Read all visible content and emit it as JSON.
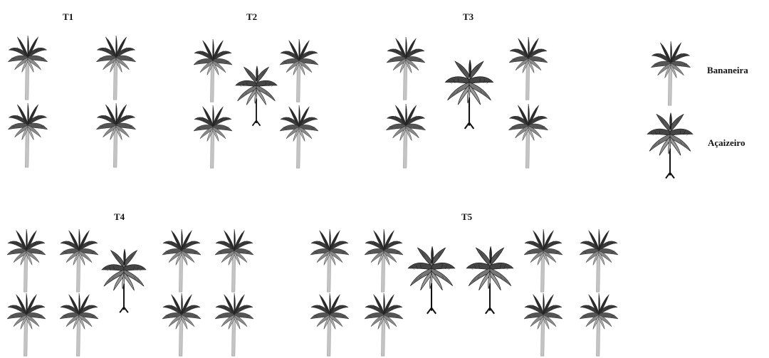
{
  "treatments": [
    {
      "id": "t1",
      "label": "T1"
    },
    {
      "id": "t2",
      "label": "T2"
    },
    {
      "id": "t3",
      "label": "T3"
    },
    {
      "id": "t4",
      "label": "T4"
    },
    {
      "id": "t5",
      "label": "T5"
    }
  ],
  "legend": {
    "banana_label": "Bananeira",
    "acai_label": "Açaizeiro"
  },
  "icons": {
    "banana": "banana-tree-icon",
    "acai": "acai-palm-icon"
  },
  "colors": {
    "foliage_dark": "#2b2b2b",
    "foliage_mid": "#6e6e6e",
    "foliage_light": "#b5b5b5",
    "trunk": "#bdbdbd",
    "acai_stem": "#111111"
  }
}
